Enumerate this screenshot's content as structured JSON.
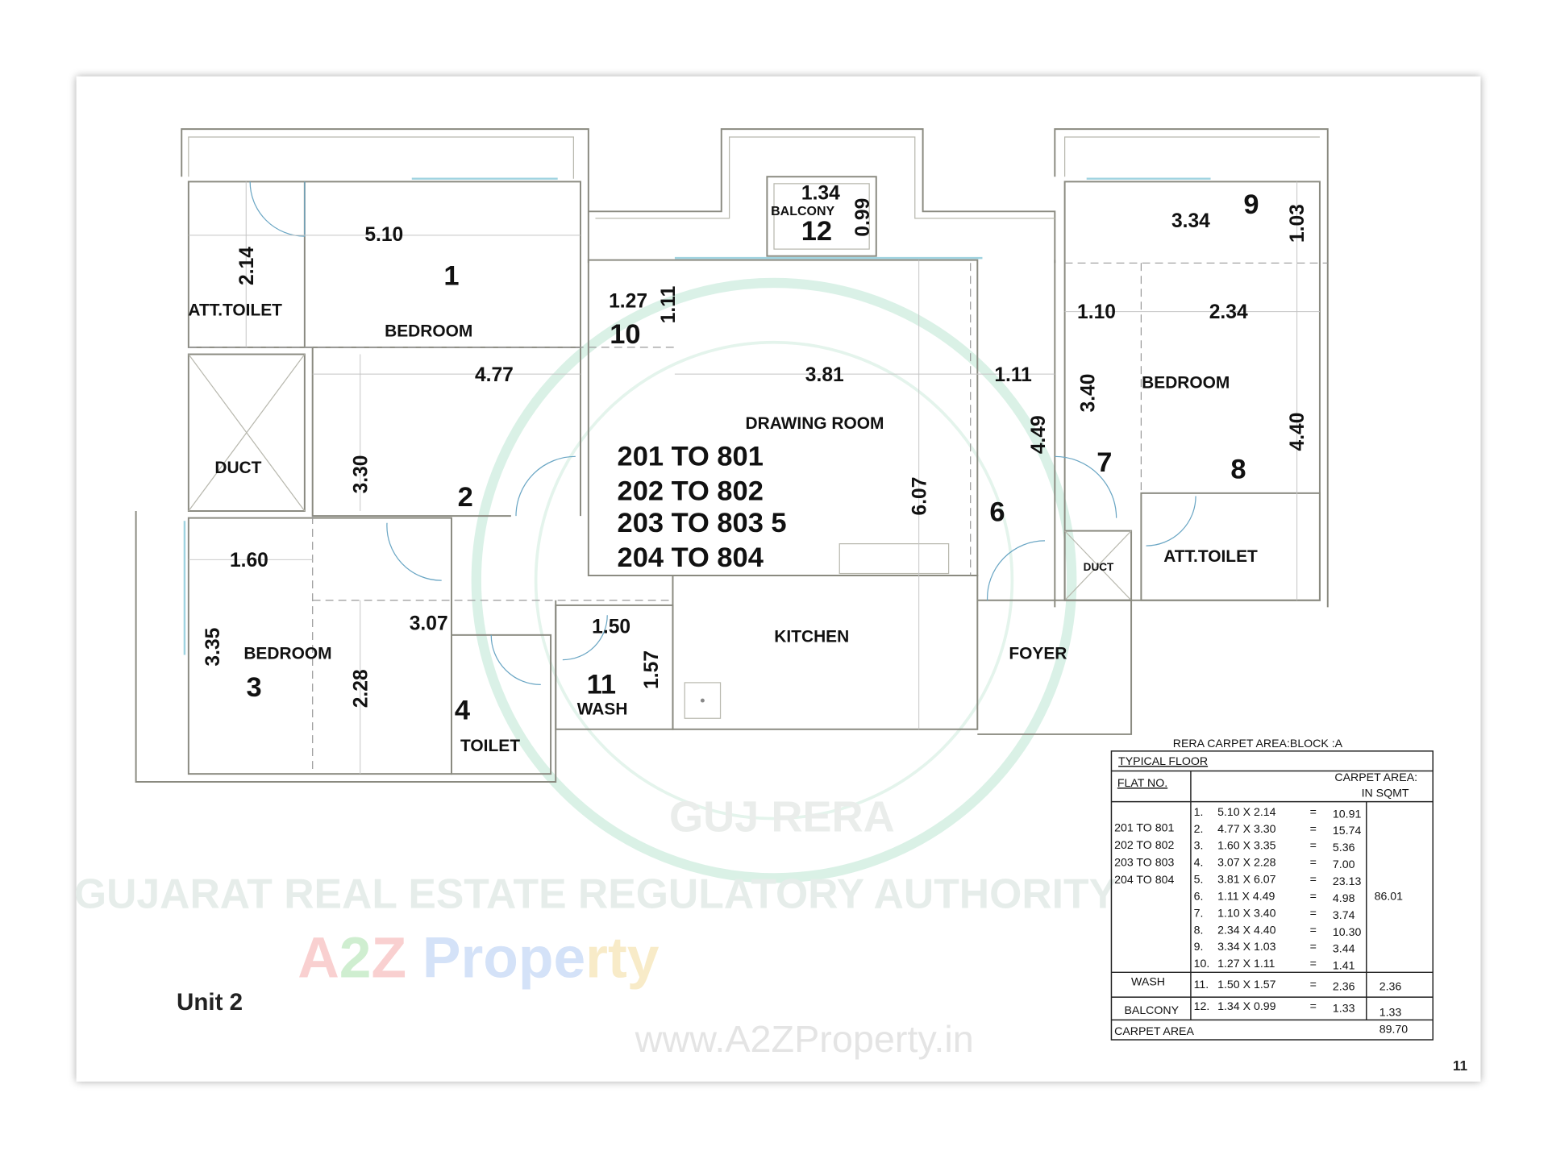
{
  "unit_title": "Unit 2",
  "page_number": "11",
  "watermark": {
    "seal_text": "GUJARAT REAL ESTATE REGULATORY AUTHORITY",
    "seal_bottom": "GUJ RERA",
    "brand": "A2Z Property",
    "url": "www.A2ZProperty.in",
    "colors": {
      "seal": "#cfeee0",
      "a": "#f3a0a0",
      "z": "#9fdca0",
      "p": "#a8c4f0",
      "rty": "#f0d890"
    }
  },
  "rooms": {
    "att_toilet_left": "ATT.TOILET",
    "bedroom_1": "BEDROOM",
    "duct_left": "DUCT",
    "bedroom_3": "BEDROOM",
    "toilet": "TOILET",
    "wash": "WASH",
    "kitchen": "KITCHEN",
    "drawing_room": "DRAWING ROOM",
    "foyer": "FOYER",
    "bedroom_8": "BEDROOM",
    "att_toilet_right": "ATT.TOILET",
    "duct_right": "DUCT",
    "balcony": "BALCONY"
  },
  "numbers": [
    "1",
    "2",
    "3",
    "4",
    "6",
    "7",
    "8",
    "9",
    "10",
    "11",
    "12"
  ],
  "dimensions": {
    "h": [
      "5.10",
      "4.77",
      "1.60",
      "3.07",
      "1.50",
      "1.27",
      "3.81",
      "1.11",
      "1.34",
      "3.34",
      "1.10",
      "2.34"
    ],
    "v": [
      "2.14",
      "3.30",
      "3.35",
      "2.28",
      "1.57",
      "1.11",
      "0.99",
      "6.07",
      "4.49",
      "3.40",
      "4.40",
      "1.03"
    ]
  },
  "flats": [
    "201 TO 801",
    "202 TO 802",
    "203 TO 803 5",
    "204 TO 804"
  ],
  "table": {
    "caption": "RERA CARPET AREA:BLOCK :A",
    "typical_floor": "TYPICAL FLOOR",
    "flat_no_header": "FLAT NO.",
    "area_header_1": "CARPET AREA:",
    "area_header_2": "IN SQMT",
    "flats": [
      "201 TO 801",
      "202 TO 802",
      "203 TO 803",
      "204 TO 804"
    ],
    "rows": [
      {
        "no": "1.",
        "dims": "5.10 X 2.14",
        "eq": "=",
        "area": "10.91"
      },
      {
        "no": "2.",
        "dims": "4.77 X 3.30",
        "eq": "=",
        "area": "15.74"
      },
      {
        "no": "3.",
        "dims": "1.60 X 3.35",
        "eq": "=",
        "area": "5.36"
      },
      {
        "no": "4.",
        "dims": "3.07 X 2.28",
        "eq": "=",
        "area": "7.00"
      },
      {
        "no": "5.",
        "dims": "3.81 X 6.07",
        "eq": "=",
        "area": "23.13"
      },
      {
        "no": "6.",
        "dims": "1.11 X 4.49",
        "eq": "=",
        "area": "4.98"
      },
      {
        "no": "7.",
        "dims": "1.10 X 3.40",
        "eq": "=",
        "area": "3.74"
      },
      {
        "no": "8.",
        "dims": "2.34 X 4.40",
        "eq": "=",
        "area": "10.30"
      },
      {
        "no": "9.",
        "dims": "3.34 X 1.03",
        "eq": "=",
        "area": "3.44"
      },
      {
        "no": "10.",
        "dims": "1.27 X 1.11",
        "eq": "=",
        "area": "1.41"
      }
    ],
    "subtotal": "86.01",
    "wash": {
      "label": "WASH",
      "no": "11.",
      "dims": "1.50 X 1.57",
      "eq": "=",
      "area": "2.36",
      "total": "2.36"
    },
    "balcony": {
      "label": "BALCONY",
      "no": "12.",
      "dims": "1.34 X 0.99",
      "eq": "=",
      "area": "1.33",
      "total": "1.33"
    },
    "carpet_label": "CARPET AREA",
    "carpet_total": "89.70"
  }
}
